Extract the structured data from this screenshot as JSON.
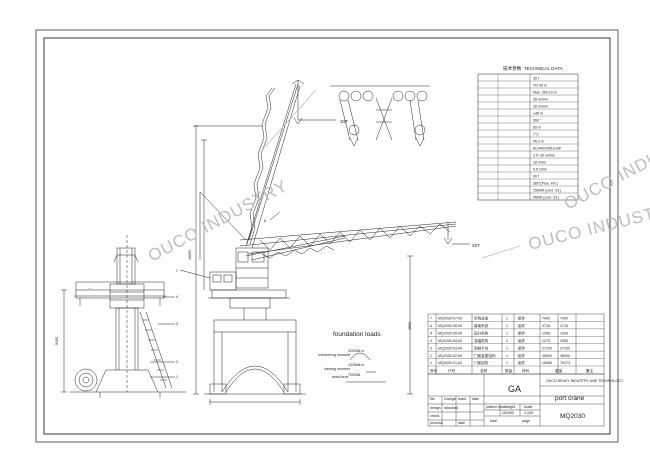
{
  "watermark": {
    "text": "OUCO INDUSTRY",
    "text_right": "OUCO INDUST",
    "text_bottom": "OUCO INDUST"
  },
  "technical_data": {
    "title_cn": "技术参数",
    "title_en": "TECHNICAL DATA",
    "rows": [
      {
        "label": "",
        "value": "35 t"
      },
      {
        "label": "",
        "value": "TO-35 m"
      },
      {
        "label": "",
        "value": "Max. 35t×10 m"
      },
      {
        "label": "",
        "value": "35 m/min"
      },
      {
        "label": "",
        "value": "35 m/min"
      },
      {
        "label": "",
        "value": "±45 m"
      },
      {
        "label": "",
        "value": "360 °"
      },
      {
        "label": "",
        "value": "65 m"
      },
      {
        "label": "",
        "value": "7°C"
      },
      {
        "label": "",
        "value": "45.2 m"
      },
      {
        "label": "",
        "value": "AC440V/50Hz/3P"
      },
      {
        "label": "",
        "value": "2.5~30 m/min"
      },
      {
        "label": "",
        "value": "18 r/min"
      },
      {
        "label": "",
        "value": "0.5 r/min"
      },
      {
        "label": "",
        "value": "90 t"
      },
      {
        "label": "",
        "value": "360°(Plus. Inh.)"
      },
      {
        "label": "",
        "value": "150kW (cont. S1)"
      },
      {
        "label": "",
        "value": "45kW (cont. S1)"
      }
    ]
  },
  "parts_list": {
    "rows": [
      {
        "no": "7",
        "code": "MQ2030-07-00",
        "name": "吊钩总成",
        "qty": "1",
        "material": "组件",
        "w1": "7000",
        "w2": "7000"
      },
      {
        "no": "6",
        "code": "MQ2030-06-00",
        "name": "臂架系统",
        "qty": "1",
        "material": "组件",
        "w1": "4715",
        "w2": "4715"
      },
      {
        "no": "5",
        "code": "MQ2030-05-00",
        "name": "起升机构",
        "qty": "1",
        "material": "组件",
        "w1": "1095",
        "w2": "1095"
      },
      {
        "no": "4",
        "code": "MQ2030-04-00",
        "name": "变幅机构",
        "qty": "2",
        "material": "组件",
        "w1": "1270",
        "w2": "2550"
      },
      {
        "no": "3",
        "code": "MQ2030-03-00",
        "name": "回转平台",
        "qty": "1",
        "material": "组件",
        "w1": "27100",
        "w2": "27100"
      },
      {
        "no": "2",
        "code": "MQ2030-02-00",
        "name": "门座金属结构",
        "qty": "1",
        "material": "组件",
        "w1": "48300",
        "w2": "48300"
      },
      {
        "no": "1",
        "code": "MQ2030-01-00",
        "name": "门架结构",
        "qty": "1",
        "material": "组件",
        "w1": "18466",
        "w2": "76173"
      }
    ],
    "header": {
      "no": "序号",
      "code": "代号",
      "name": "名称",
      "qty": "数量",
      "material": "材料",
      "weight": "重量",
      "note": "备注"
    }
  },
  "title_block": {
    "stage_code": "GA",
    "company": "OUCO HEAVY INDUSTRY AND TECHNOLOGY",
    "drawing_title": "port crane",
    "drawing_number": "MQ2030",
    "labels": {
      "pattern_mark": "pattern mark",
      "weight": "weight",
      "scale": "scale",
      "total": "total",
      "page": "page",
      "date": "date"
    },
    "scale_value": "1:100",
    "weight_value": "161500",
    "row_labels": {
      "design": "design",
      "check": "check",
      "process": "process",
      "mark": "mark",
      "change": "change",
      "file": "file",
      "date": "date",
      "standard": "standard"
    }
  },
  "foundation": {
    "title": "foundation loads",
    "overturning_label": "overturning moment",
    "overturning_value": "3200kN.m",
    "slewing_label": "slewing moment",
    "slewing_value": "1026kN.m",
    "axial_label": "axial force",
    "axial_value": "7000kN"
  },
  "dimensions": {
    "top_right_1": "20T",
    "top_right_2": "20T",
    "left_vertical": "3500",
    "center_vertical": "40000",
    "left_height": "5405"
  },
  "callouts": [
    "1",
    "2",
    "3",
    "4",
    "5",
    "6",
    "7"
  ]
}
